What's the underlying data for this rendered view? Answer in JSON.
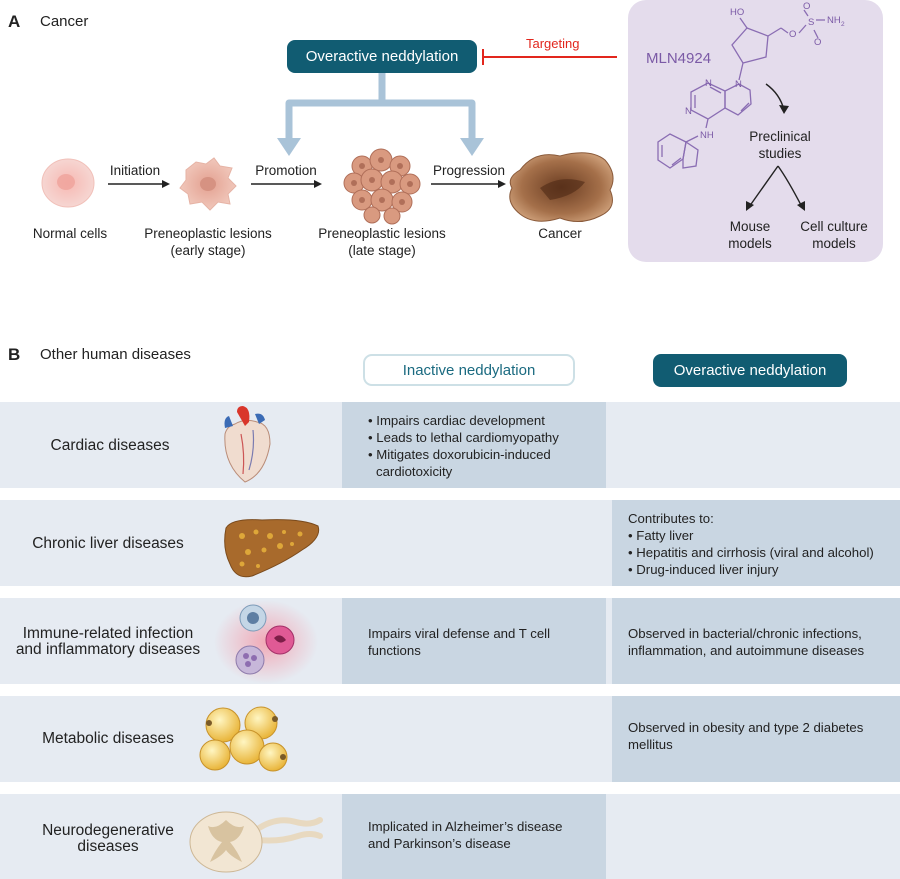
{
  "panel_a": {
    "letter": "A",
    "title": "Cancer",
    "overactive_label": "Overactive neddylation",
    "targeting_label": "Targeting",
    "drug_name": "MLN4924",
    "preclinical_label": [
      "Preclinical",
      "studies"
    ],
    "mouse_label": [
      "Mouse",
      "models"
    ],
    "cellculture_label": [
      "Cell culture",
      "models"
    ],
    "chem_atoms": {
      "ho": "HO",
      "o1": "O",
      "o2": "O",
      "o3": "O",
      "s": "S",
      "nh2": "NH",
      "nh2_sub": "2",
      "n1": "N",
      "n2": "N",
      "n3": "N",
      "nh": "NH"
    },
    "stages": [
      {
        "label": [
          "Normal cells"
        ]
      },
      {
        "label": [
          "Preneoplastic lesions",
          "(early stage)"
        ]
      },
      {
        "label": [
          "Preneoplastic lesions",
          "(late stage)"
        ]
      },
      {
        "label": [
          "Cancer"
        ]
      }
    ],
    "arrows": [
      "Initiation",
      "Promotion",
      "Progression"
    ]
  },
  "panel_b": {
    "letter": "B",
    "title": "Other human diseases",
    "inactive_header": "Inactive neddylation",
    "overactive_header": "Overactive neddylation",
    "rows": [
      {
        "disease": [
          "Cardiac diseases"
        ],
        "inactive": {
          "bullets": [
            "Impairs cardiac development",
            "Leads to lethal cardiomyopathy",
            "Mitigates doxorubicin-induced",
            "cardiotoxicity"
          ]
        },
        "overactive": null
      },
      {
        "disease": [
          "Chronic liver diseases"
        ],
        "inactive": null,
        "overactive": {
          "intro": "Contributes to:",
          "bullets": [
            "Fatty liver",
            "Hepatitis and cirrhosis (viral and alcohol)",
            "Drug-induced liver injury"
          ]
        }
      },
      {
        "disease": [
          "Immune-related infection",
          "and inflammatory diseases"
        ],
        "inactive": {
          "lines": [
            "Impairs viral defense and T cell",
            "functions"
          ]
        },
        "overactive": {
          "lines": [
            "Observed in bacterial/chronic infections,",
            "inflammation, and autoimmune diseases"
          ]
        }
      },
      {
        "disease": [
          "Metabolic diseases"
        ],
        "inactive": null,
        "overactive": {
          "lines": [
            "Observed in obesity and type 2 diabetes",
            "mellitus"
          ]
        }
      },
      {
        "disease": [
          "Neurodegenerative",
          "diseases"
        ],
        "inactive": {
          "lines": [
            "Implicated in Alzheimer’s disease",
            "and Parkinson’s disease"
          ]
        },
        "overactive": null
      }
    ]
  },
  "colors": {
    "teal_dark": "#115c72",
    "teal_light_border": "#cde0e6",
    "arrow_blue": "#a9c3d8",
    "inhibit_red": "#e2261d",
    "chem_purple": "#7b5aa6",
    "chem_box": "#e4dcec",
    "row_band": "#e6ebf2",
    "cell_fill": "#c9d6e2"
  }
}
